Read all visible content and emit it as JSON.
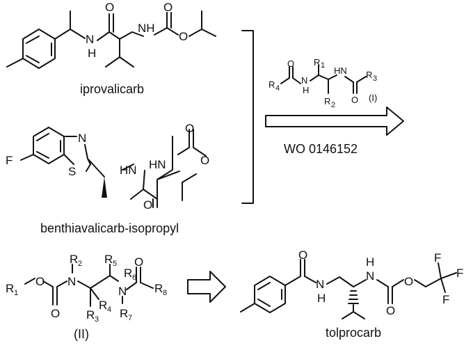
{
  "compounds": {
    "iprovalicarb": {
      "name": "iprovalicarb"
    },
    "benthiavalicarb": {
      "name": "benthiavalicarb-isopropyl"
    },
    "tolprocarb": {
      "name": "tolprocarb"
    },
    "formula_I": {
      "label": "(I)"
    },
    "formula_II": {
      "label": "(II)"
    }
  },
  "arrow_top": {
    "label": "WO 0146152"
  },
  "atoms": {
    "N": "N",
    "H": "H",
    "NH": "NH",
    "HN": "HN",
    "O": "O",
    "S": "S",
    "F": "F",
    "R": "R"
  },
  "subscripts": {
    "1": "1",
    "2": "2",
    "3": "3",
    "4": "4",
    "5": "5",
    "6": "6",
    "7": "7",
    "8": "8"
  }
}
